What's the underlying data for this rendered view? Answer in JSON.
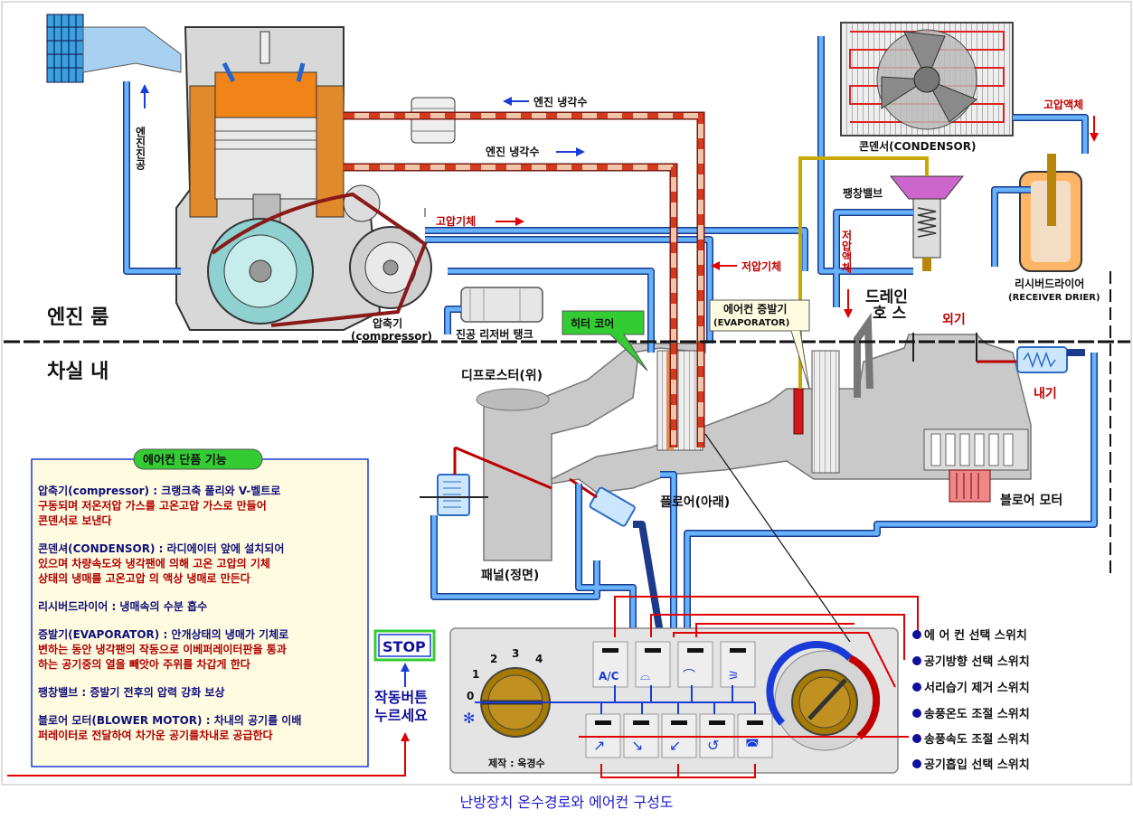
{
  "zones": {
    "engine_room": "엔진 룸",
    "cabin": "차실 내"
  },
  "labels": {
    "engine_vacuum": "엔진진공",
    "coolant_1": "엔진 냉각수",
    "coolant_2": "엔진 냉각수",
    "high_gas": "고압기체",
    "low_gas": "저압기체",
    "high_liquid": "고압액체",
    "low_liquid": "저압액체",
    "condenser": "콘덴서(CONDENSOR)",
    "expansion_valve": "팽창밸브",
    "receiver": "리시버드라이어",
    "receiver_en": "(RECEIVER DRIER)",
    "compressor": "압축기",
    "compressor_en": "(compressor)",
    "vacuum_tank": "진공 리저버 탱크",
    "heater_core": "히터 코어",
    "evaporator": "에어컨 증발기",
    "evaporator_en": "(EVAPORATOR)",
    "drain_hose_1": "드레인",
    "drain_hose_2": "호 스",
    "outside_air": "외기",
    "inside_air": "내기",
    "defroster": "디프로스터(위)",
    "floor": "플로어(아래)",
    "panel": "패널(정면)",
    "blower_motor": "블로어 모터",
    "stop": "STOP",
    "press_1": "작동버튼",
    "press_2": "누르세요",
    "maker": "제작 : 옥경수",
    "caption": "난방장치 온수경로와 에어컨 구성도"
  },
  "switches": [
    "에 어 컨  선택 스위치",
    "공기방향 선택 스위치",
    "서리습기 제거 스위치",
    "송풍온도 조절 스위치",
    "송풍속도 조절 스위치",
    "공기흡입 선택 스위치"
  ],
  "panel": {
    "ac": "A/C",
    "dial_ticks": [
      "0",
      "1",
      "2",
      "3",
      "4"
    ]
  },
  "info_box": {
    "title": "에어컨 단품 기능",
    "lines": [
      {
        "t": "압축기(compressor) : 크랭크축 풀리와 V-벨트로",
        "c": "navy"
      },
      {
        "t": "구동되며 저온저압  가스를  고온고압 가스로 만들어",
        "c": "red"
      },
      {
        "t": "콘덴서로 보낸다",
        "c": "red"
      },
      {
        "t": "",
        "c": "red"
      },
      {
        "t": "콘덴셔(CONDENSOR) : 라디에이터 앞에 설치되어",
        "c": "navy"
      },
      {
        "t": "있으며 차량속도와 냉각팬에 의해 고온 고압의 기체",
        "c": "red"
      },
      {
        "t": "상태의 냉매를 고온고압 의 액상 냉매로 만든다",
        "c": "red"
      },
      {
        "t": "",
        "c": "red"
      },
      {
        "t": "리시버드라이어 : 냉매속의 수분 흡수",
        "c": "navy"
      },
      {
        "t": "",
        "c": "red"
      },
      {
        "t": "증발기(EVAPORATOR) : 안개상태의  냉매가 기체로",
        "c": "navy"
      },
      {
        "t": "변하는 동안 냉각팬의 작동으로 이베퍼레이터판을 통과",
        "c": "red"
      },
      {
        "t": "하는 공기중의 열을 빼앗아 주위를 차갑게 한다",
        "c": "red"
      },
      {
        "t": "",
        "c": "red"
      },
      {
        "t": "팽창밸브 : 증발기 전후의 압력 강화 보상",
        "c": "navy"
      },
      {
        "t": "",
        "c": "red"
      },
      {
        "t": "블로어 모터(BLOWER MOTOR) : 차내의 공기를 이배",
        "c": "navy"
      },
      {
        "t": "퍼레이터로  전달하여  차가운 공기를차내로 공급한다",
        "c": "red"
      }
    ]
  },
  "colors": {
    "pipe_blue": "#3d8ee6",
    "pipe_red": "#d63a1e",
    "duct": "#c8c8c8",
    "info_bg": "#fffbe0",
    "title_green": "#33cc33"
  }
}
